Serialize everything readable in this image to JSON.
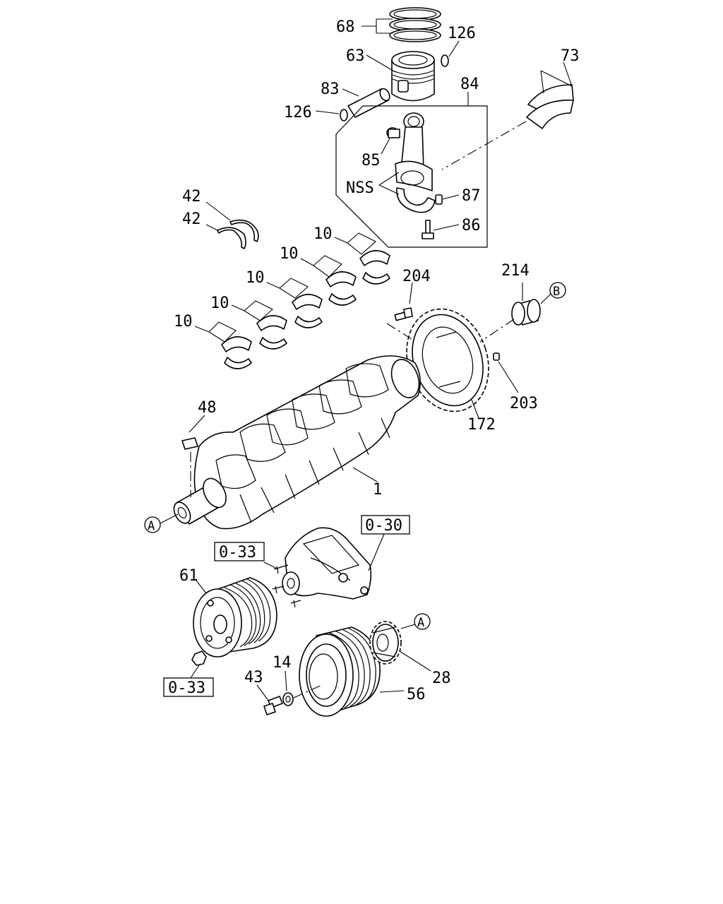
{
  "callouts": {
    "c68": "68",
    "c126a": "126",
    "c63": "63",
    "c73": "73",
    "c83": "83",
    "c84": "84",
    "c126b": "126",
    "c85": "85",
    "cNSS": "NSS",
    "c87": "87",
    "c86": "86",
    "c42a": "42",
    "c42b": "42",
    "c10a": "10",
    "c10b": "10",
    "c10c": "10",
    "c10d": "10",
    "c10e": "10",
    "c204": "204",
    "c214": "214",
    "c203": "203",
    "c172": "172",
    "c48": "48",
    "c1": "1",
    "c61": "61",
    "c14": "14",
    "c43": "43",
    "c28": "28",
    "c56": "56"
  },
  "refs": {
    "ref_a_left": "A",
    "ref_a_gear": "A",
    "ref_b": "B",
    "box_030": "0-30",
    "box_033_top": "0-33",
    "box_033_bottom": "0-33"
  }
}
